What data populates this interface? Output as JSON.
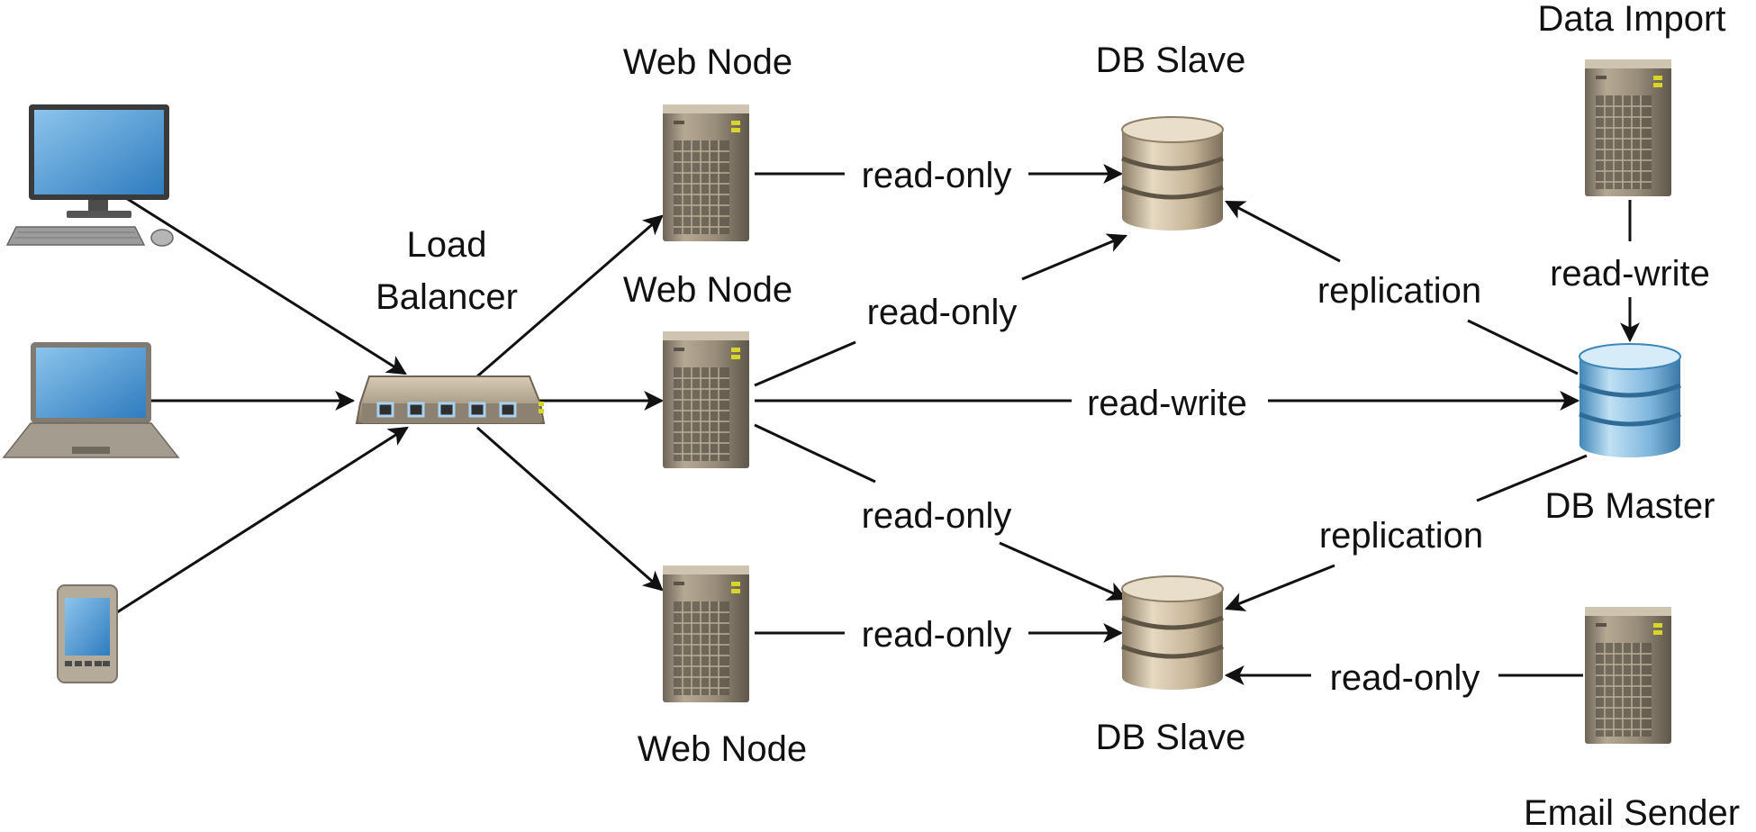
{
  "nodes": {
    "load_balancer": {
      "label_line1": "Load",
      "label_line2": "Balancer"
    },
    "web_node_top": {
      "label": "Web Node"
    },
    "web_node_middle": {
      "label": "Web Node"
    },
    "web_node_bottom": {
      "label": "Web Node"
    },
    "db_slave_top": {
      "label": "DB Slave"
    },
    "db_slave_bottom": {
      "label": "DB Slave"
    },
    "db_master": {
      "label": "DB Master"
    },
    "data_import": {
      "label": "Data Import"
    },
    "email_sender": {
      "label": "Email Sender"
    }
  },
  "edges": {
    "web_top_to_slave_top": "read-only",
    "web_mid_to_slave_top": "read-only",
    "web_mid_to_master": "read-write",
    "web_mid_to_slave_bottom": "read-only",
    "web_bottom_to_slave_bottom": "read-only",
    "master_to_slave_top": "replication",
    "master_to_slave_bottom": "replication",
    "import_to_master": "read-write",
    "email_to_slave_bottom": "read-only"
  },
  "colors": {
    "line": "#111111",
    "server": "#9c8f7c",
    "db_slave": "#c9b89a",
    "db_master": "#7fb6dd",
    "screen": "#3d8fcf"
  },
  "icons": [
    "desktop-computer-icon",
    "laptop-icon",
    "smartphone-icon",
    "network-switch-icon",
    "server-icon",
    "database-icon"
  ]
}
